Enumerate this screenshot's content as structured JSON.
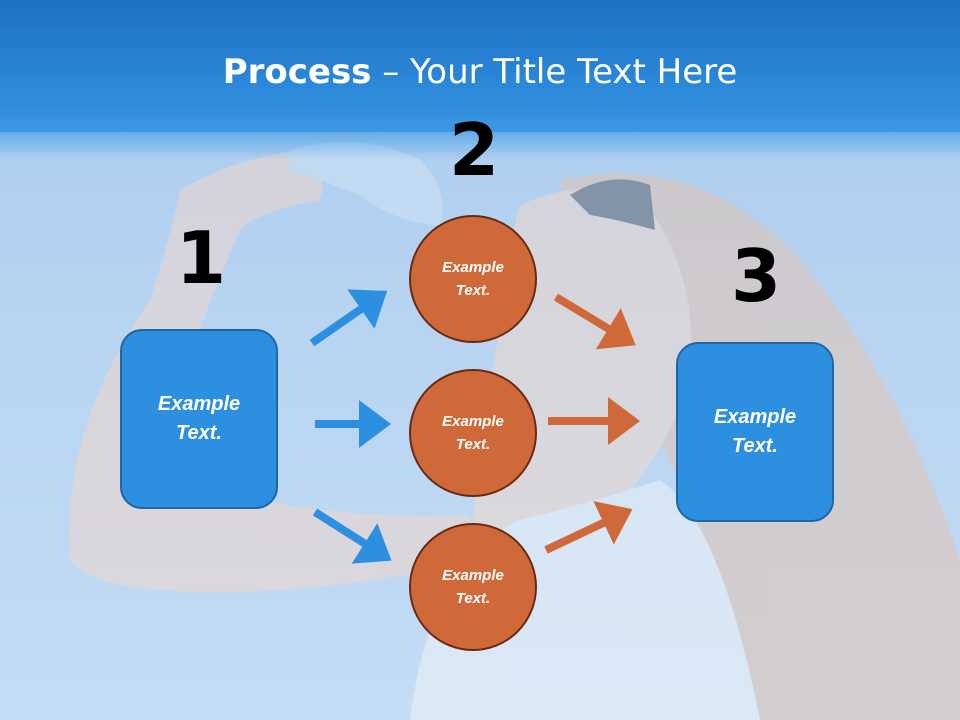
{
  "title": {
    "bold": "Process",
    "rest": " – Your Title Text Here"
  },
  "steps": {
    "one": "1",
    "two": "2",
    "three": "3"
  },
  "left_box": {
    "line1": "Example",
    "line2": "Text."
  },
  "right_box": {
    "line1": "Example",
    "line2": "Text."
  },
  "circles": [
    {
      "line1": "Example",
      "line2": "Text."
    },
    {
      "line1": "Example",
      "line2": "Text."
    },
    {
      "line1": "Example",
      "line2": "Text."
    }
  ],
  "colors": {
    "header": "#2a86d8",
    "box": "#2d8fe0",
    "circle": "#d0693a",
    "blue_arrow": "#2d8fe0",
    "orange_arrow": "#d0693a"
  },
  "background_image": "woman-drinking-water-photo"
}
